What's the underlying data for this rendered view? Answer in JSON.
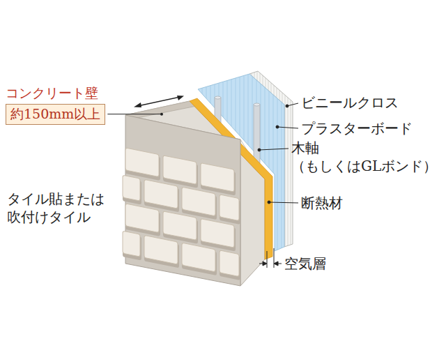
{
  "diagram": {
    "nodes": [
      {
        "text": [
          "コンクリート壁",
          "約150mm以上"
        ]
      }
    ],
    "labels": [
      "ビニールクロス",
      "プラスターボード",
      "木軸 （もしくはGLボンド）",
      "断熱材",
      "空気層",
      "タイル貼または 吹付けタイル"
    ]
  }
}
